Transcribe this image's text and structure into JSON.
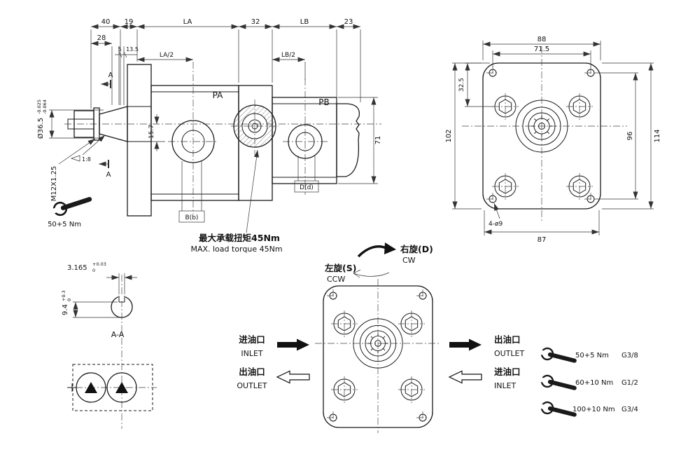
{
  "side_view": {
    "dims_top": {
      "d40": "40",
      "d19": "19",
      "dLA": "LA",
      "d32": "32",
      "dLB": "LB",
      "d23": "23"
    },
    "dims_sub": {
      "d28": "28",
      "d5": "5",
      "d135": "13.5",
      "dLA2": "LA/2",
      "dLB2": "LB/2"
    },
    "port_a": "PA",
    "port_b": "PB",
    "d157": "15.7",
    "d71": "71",
    "bb": "B(b)",
    "dd": "D(d)",
    "shaft_dia": "Ø36.5",
    "shaft_tol_hi": "-0.025",
    "shaft_tol_lo": "-0.064",
    "thread": "M12X1.25",
    "taper": "1:8",
    "section_mark_top": "A",
    "section_mark_bottom": "A",
    "wrench_torque": "50+5 Nm",
    "note_cn": "最大承载扭矩45Nm",
    "note_en": "MAX. load torque 45Nm"
  },
  "front_view": {
    "d88": "88",
    "d715": "71.5",
    "d325": "32.5",
    "d102": "102",
    "d96": "96",
    "d114": "114",
    "holes": "4-ø9",
    "d87": "87"
  },
  "section_aa": {
    "key_w": "3.165",
    "key_w_tol_hi": "+0.03",
    "key_w_tol_lo": "0",
    "key_h": "9.4",
    "key_h_tol_hi": "+0.3",
    "key_h_tol_lo": "0",
    "label": "A-A"
  },
  "rotation_view": {
    "ccw_cn": "左旋(S)",
    "ccw_en": "CCW",
    "cw_cn": "右旋(D)",
    "cw_en": "CW",
    "left_in_cn": "进油口",
    "left_in_en": "INLET",
    "left_out_cn": "出油口",
    "left_out_en": "OUTLET",
    "right_out_cn": "出油口",
    "right_out_en": "OUTLET",
    "right_in_cn": "进油口",
    "right_in_en": "INLET"
  },
  "torque_specs": [
    {
      "torque": "50+5 Nm",
      "thread": "G3/8"
    },
    {
      "torque": "60+10 Nm",
      "thread": "G1/2"
    },
    {
      "torque": "100+10 Nm",
      "thread": "G3/4"
    }
  ]
}
